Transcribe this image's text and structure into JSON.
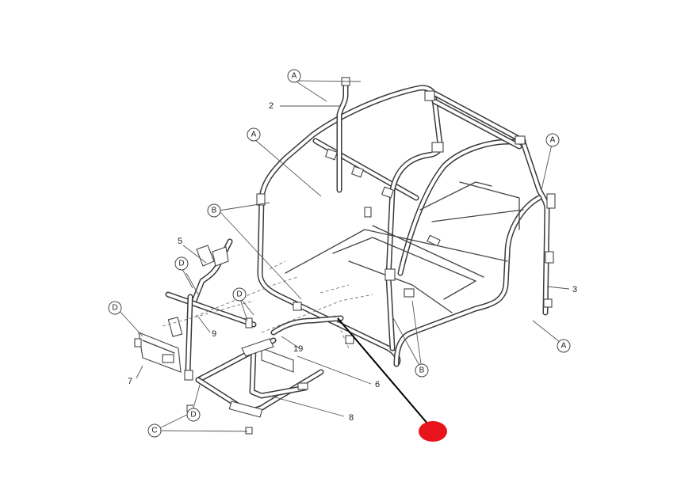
{
  "diagram": {
    "callouts": {
      "A": "A",
      "B": "B",
      "C": "C",
      "D": "D"
    },
    "parts": {
      "p2": "2",
      "p3": "3",
      "p5": "5",
      "p6": "6",
      "p7": "7",
      "p8": "8",
      "p9": "9",
      "p19": "19"
    },
    "colors": {
      "line": "#3a3a3a",
      "highlight": "#e8141c"
    }
  }
}
